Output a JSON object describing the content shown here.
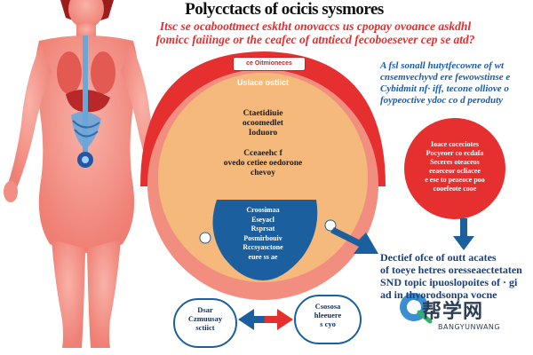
{
  "title": "Polycctacts of ocicis sysmores",
  "subtitle": {
    "line1": "Itsc se ocaboottmect esktht onovaccs us cpopay ovoance askdhl",
    "line2": "fomicc faiiinge or the ceafec of atntiecd fecoboesever cep se atd?"
  },
  "tag_label": "ce Oitmioneces",
  "outer_label": "Uslace ostiict",
  "center": {
    "top_lines": [
      "Ctaetidiuie",
      "ocoomedlet",
      "Ioduoro"
    ],
    "mid_lines": [
      "Cceaeehc f",
      "ovedo cetiee oedorone",
      "chevoy"
    ]
  },
  "blue_panel": {
    "lines": [
      "Croosimaa",
      "Eseyacl",
      "Rsprsat",
      "Posmirbouiv",
      "Rccsyasctone",
      "euee ss ae"
    ]
  },
  "right_blue_text": {
    "lines": [
      "A fsl sonall hutytfecowne of wt",
      "cnsemvechyvd ere fewowstinse e",
      "Cybidmit nf· iff, tecone olliove o",
      "foypeoctive ydoc co d peroduty"
    ]
  },
  "red_circle": {
    "lines": [
      "Ioace coceciotes",
      "Pocyeoer co ecdafa",
      "Seceres oteaceos",
      "eeaeceor ocliacee",
      "e ese to peaeoce poo",
      "cooefeote cooe"
    ]
  },
  "bottom_text": {
    "lines": [
      "Dectief ofce of outt acates",
      "of toeye hetres oresseaectetaten",
      "SND topic ipuoslopoites of · gi",
      "ad in thyorodsonpa vocne"
    ]
  },
  "pill_left": {
    "lines": [
      "Dsar",
      "Czmuusay",
      "sctiict"
    ]
  },
  "pill_right": {
    "lines": [
      "Csososa",
      "hleeuere",
      "s cyo"
    ]
  },
  "watermark": {
    "name": "帮学网",
    "sub": "BANGYUNWANG"
  },
  "colors": {
    "red": "#e63030",
    "pink": "#f28e80",
    "orange": "#f5b97c",
    "blue": "#1c5f9e",
    "navy": "#143f6b",
    "skin": "#f59b92"
  },
  "icons": [
    "human-body-icon",
    "arrow-right-icon",
    "arrow-down-icon",
    "double-arrow-icon",
    "watermark-logo-icon"
  ]
}
